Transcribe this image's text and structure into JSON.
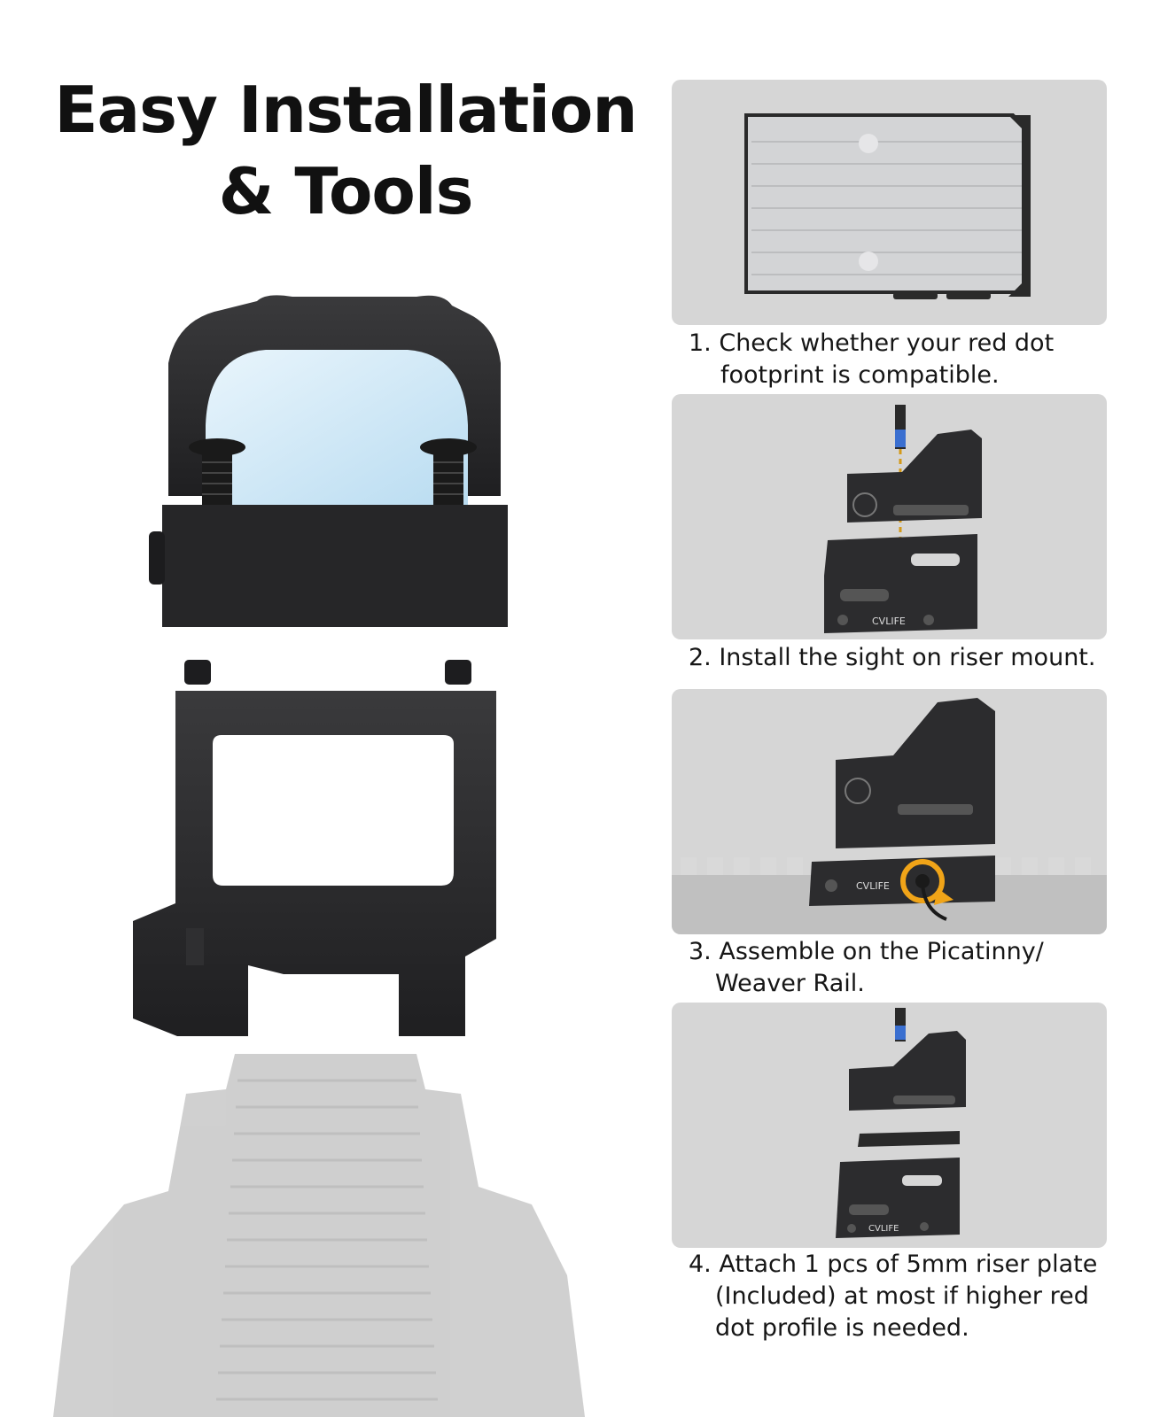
{
  "title": {
    "line1": "Easy Installation",
    "line2": "& Tools"
  },
  "steps": [
    {
      "line1": "1. Check whether your red dot",
      "line2": "footprint is compatible."
    },
    {
      "line1": "2. Install the sight on riser mount."
    },
    {
      "line1": "3. Assemble on the Picatinny/",
      "line2": "Weaver Rail."
    },
    {
      "line1": "4. Attach 1 pcs of 5mm riser plate",
      "line2": "(Included) at most if higher red",
      "line3": "dot profile is needed."
    }
  ],
  "brand_mark": "CVLIFE",
  "colors": {
    "panel_bg": "#d6d6d6",
    "metal_dark": "#2b2b2d",
    "lens_blue": "#cfe6f5",
    "arrow_orange": "#f0a418",
    "rail_ghost": "#c2c2c2"
  }
}
